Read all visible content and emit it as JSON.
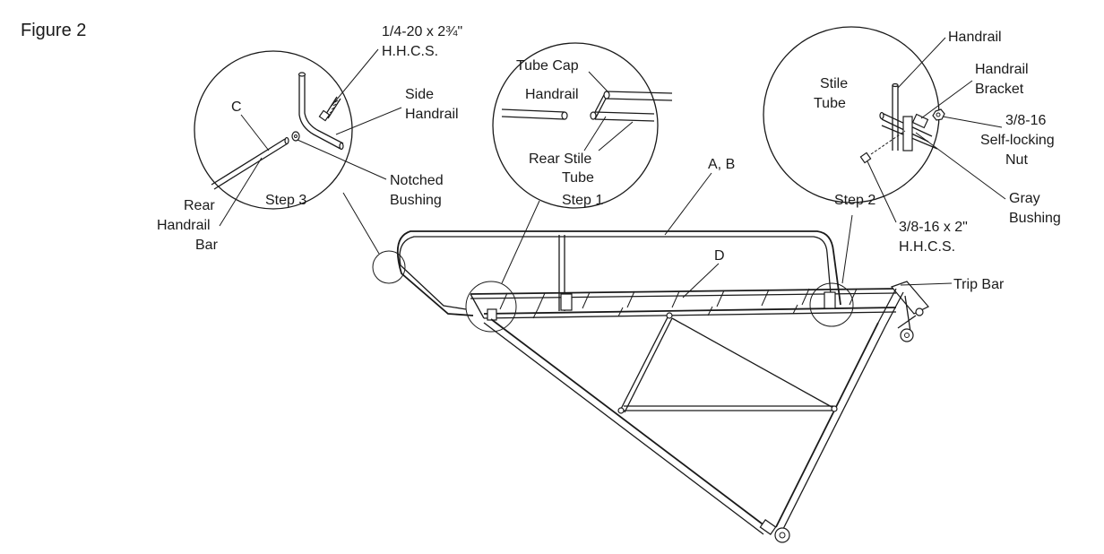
{
  "figure": {
    "title": "Figure 2"
  },
  "labels": {
    "hhcs_quarter_line1": "1/4-20 x 2¾\"",
    "hhcs_quarter_line2": "H.H.C.S.",
    "c": "C",
    "side_handrail_line1": "Side",
    "side_handrail_line2": "Handrail",
    "notched_bushing_line1": "Notched",
    "notched_bushing_line2": "Bushing",
    "rear_handrail_bar_line1": "Rear",
    "rear_handrail_bar_line2": "Handrail",
    "rear_handrail_bar_line3": "Bar",
    "step3": "Step 3",
    "tube_cap": "Tube Cap",
    "handrail_step1": "Handrail",
    "rear_stile_tube_line1": "Rear Stile",
    "rear_stile_tube_line2": "Tube",
    "step1": "Step 1",
    "ab": "A, B",
    "d": "D",
    "handrail_step2": "Handrail",
    "handrail_bracket_line1": "Handrail",
    "handrail_bracket_line2": "Bracket",
    "stile_tube_line1": "Stile",
    "stile_tube_line2": "Tube",
    "nut_line1": "3/8-16",
    "nut_line2": "Self-locking",
    "nut_line3": "Nut",
    "step2": "Step 2",
    "gray_bushing_line1": "Gray",
    "gray_bushing_line2": "Bushing",
    "hhcs_38_line1": "3/8-16 x 2\"",
    "hhcs_38_line2": "H.H.C.S.",
    "trip_bar": "Trip Bar"
  }
}
